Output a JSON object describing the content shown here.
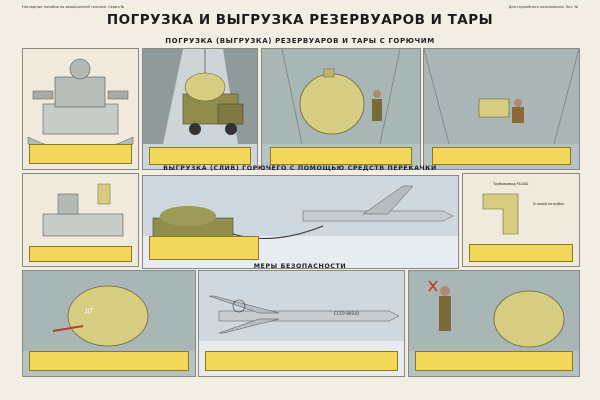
{
  "header": {
    "left_note": "Наглядные пособия по авиационной технике. Серия №",
    "right_note": "Для служебного пользования. Экз. №",
    "title": "ПОГРУЗКА И ВЫГРУЗКА РЕЗЕРВУАРОВ И ТАРЫ",
    "subtitle": "ПОГРУЗКА (ВЫГРУЗКА) РЕЗЕРВУАРОВ И ТАРЫ С ГОРЮЧИМ"
  },
  "sections": {
    "transfer_title": "ВЫГРУЗКА (СЛИВ) ГОРЮЧЕГО С ПОМОЩЬЮ СРЕДСТВ ПЕРЕКАЧКИ",
    "safety_title": "МЕРЫ БЕЗОПАСНОСТИ"
  },
  "plane_reg": "СССР-86910",
  "tank_mark": "ДТ",
  "pipe_labels": {
    "top": "Трубопровод РА-000",
    "right": "Угловой патрубок"
  },
  "colors": {
    "caption_bg": "#f2d75a",
    "tank": "#d6cc82",
    "truck": "#8f8c4c",
    "hold": "#a9b6b6",
    "sky": "#cfd8df"
  }
}
